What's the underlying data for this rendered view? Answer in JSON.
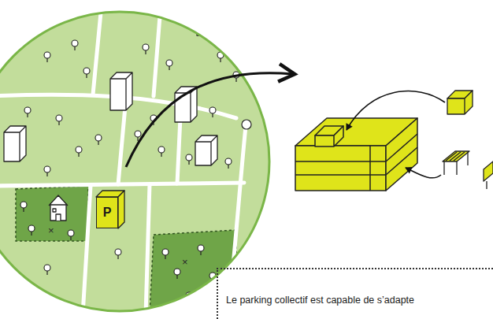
{
  "diagram": {
    "nodes": [
      {
        "text": [
          "P"
        ]
      },
      {
        "text": [
          "Le parking collectif est capable de s’adapte"
        ]
      }
    ],
    "labels": [
      "×",
      "×"
    ]
  }
}
